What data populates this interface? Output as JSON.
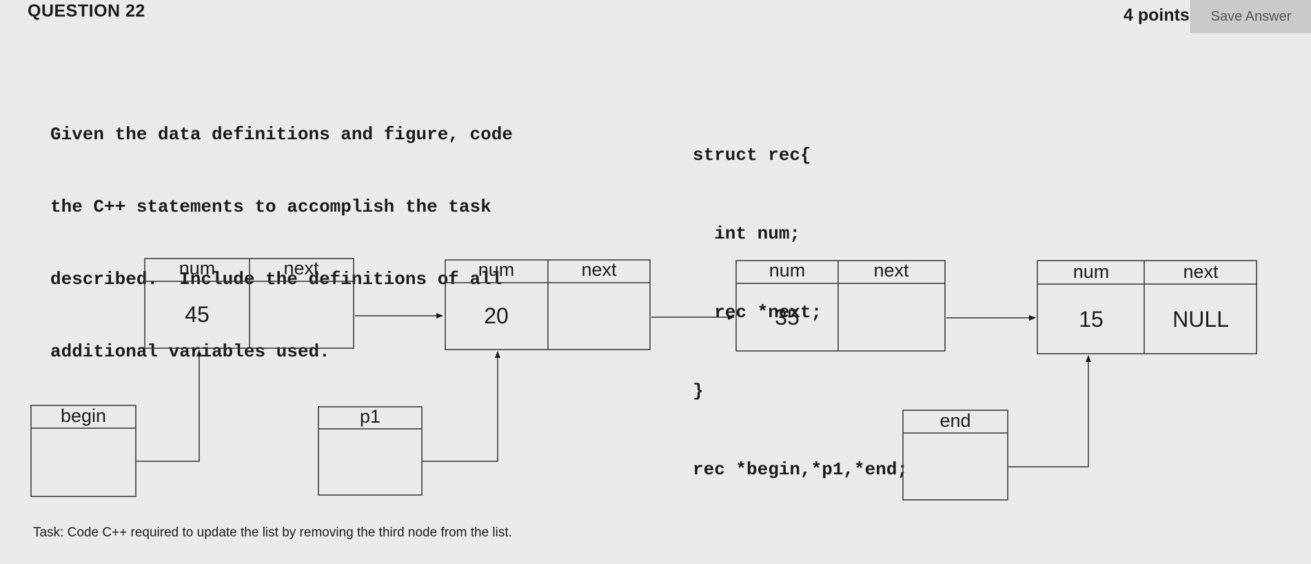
{
  "question": {
    "title": "QUESTION 22",
    "points": "4 points",
    "save_label": "Save Answer"
  },
  "prompt": {
    "lines": [
      "Given the data definitions and figure, code",
      "the C++ statements to accomplish the task",
      "described.  Include the definitions of all",
      "additional variables used."
    ]
  },
  "code": {
    "lines": [
      "struct rec{",
      "  int num;",
      "  rec *next;",
      "}",
      "rec *begin,*p1,*end;"
    ]
  },
  "diagram": {
    "header_num": "num",
    "header_next": "next",
    "nodes": [
      {
        "num": "45",
        "next": ""
      },
      {
        "num": "20",
        "next": ""
      },
      {
        "num": "35",
        "next": ""
      },
      {
        "num": "15",
        "next": "NULL"
      }
    ],
    "pointers": [
      {
        "label": "begin",
        "target_node": 1
      },
      {
        "label": "p1",
        "target_node": 2
      },
      {
        "label": "end",
        "target_node": 4
      }
    ]
  },
  "task": "Task: Code C++ required to update the list by removing the third node from the list."
}
